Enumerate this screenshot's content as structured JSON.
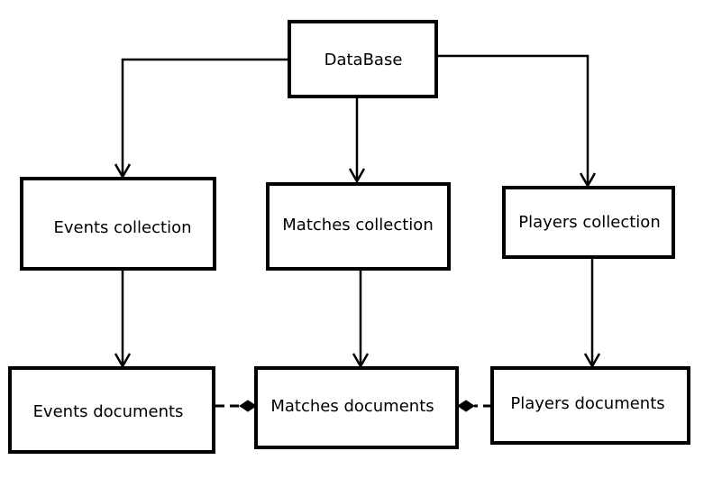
{
  "nodes": {
    "database": "DataBase",
    "events_collection": "Events collection",
    "matches_collection": "Matches collection",
    "players_collection": "Players collection",
    "events_documents": "Events documents",
    "matches_documents": "Matches documents",
    "players_documents": "Players documents"
  },
  "edges": [
    {
      "from": "database",
      "to": "events_collection",
      "style": "arrow"
    },
    {
      "from": "database",
      "to": "matches_collection",
      "style": "arrow"
    },
    {
      "from": "database",
      "to": "players_collection",
      "style": "arrow"
    },
    {
      "from": "events_collection",
      "to": "events_documents",
      "style": "arrow"
    },
    {
      "from": "matches_collection",
      "to": "matches_documents",
      "style": "arrow"
    },
    {
      "from": "players_collection",
      "to": "players_documents",
      "style": "arrow"
    },
    {
      "from": "events_documents",
      "to": "matches_documents",
      "style": "dashed-diamond"
    },
    {
      "from": "players_documents",
      "to": "matches_documents",
      "style": "dashed-diamond"
    }
  ],
  "colors": {
    "stroke": "#000000",
    "background": "#ffffff"
  }
}
